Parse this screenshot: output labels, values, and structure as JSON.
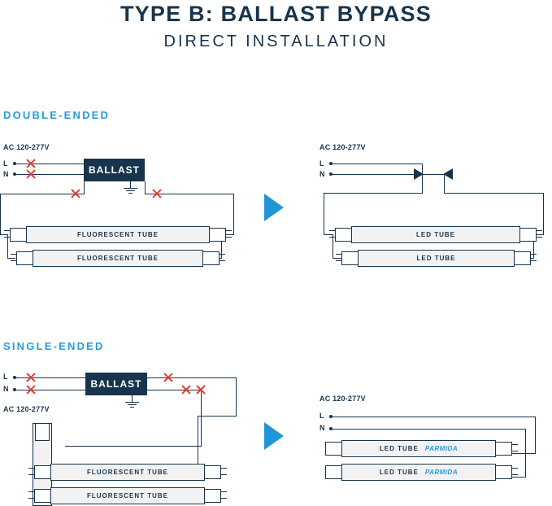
{
  "header": {
    "title": "TYPE B: BALLAST BYPASS",
    "subtitle": "DIRECT INSTALLATION"
  },
  "sections": [
    {
      "label": "DOUBLE-ENDED"
    },
    {
      "label": "SINGLE-ENDED"
    }
  ],
  "labels": {
    "voltage": "AC 120-277V",
    "line": "L",
    "neutral": "N",
    "ballast": "BALLAST",
    "fluorescent_tube": "FLUORESCENT TUBE",
    "led_tube": "LED TUBE",
    "brand": "PARMIDA"
  },
  "colors": {
    "navy": "#17344c",
    "accent_blue": "#2a9cd6",
    "arrow_blue": "#2196d6",
    "red_x": "#e23b2e",
    "tube_fill": "#f2f2f2"
  },
  "icons": {
    "arrow": "arrow-right-icon",
    "x": "red-x-icon",
    "ground": "ground-symbol-icon"
  }
}
